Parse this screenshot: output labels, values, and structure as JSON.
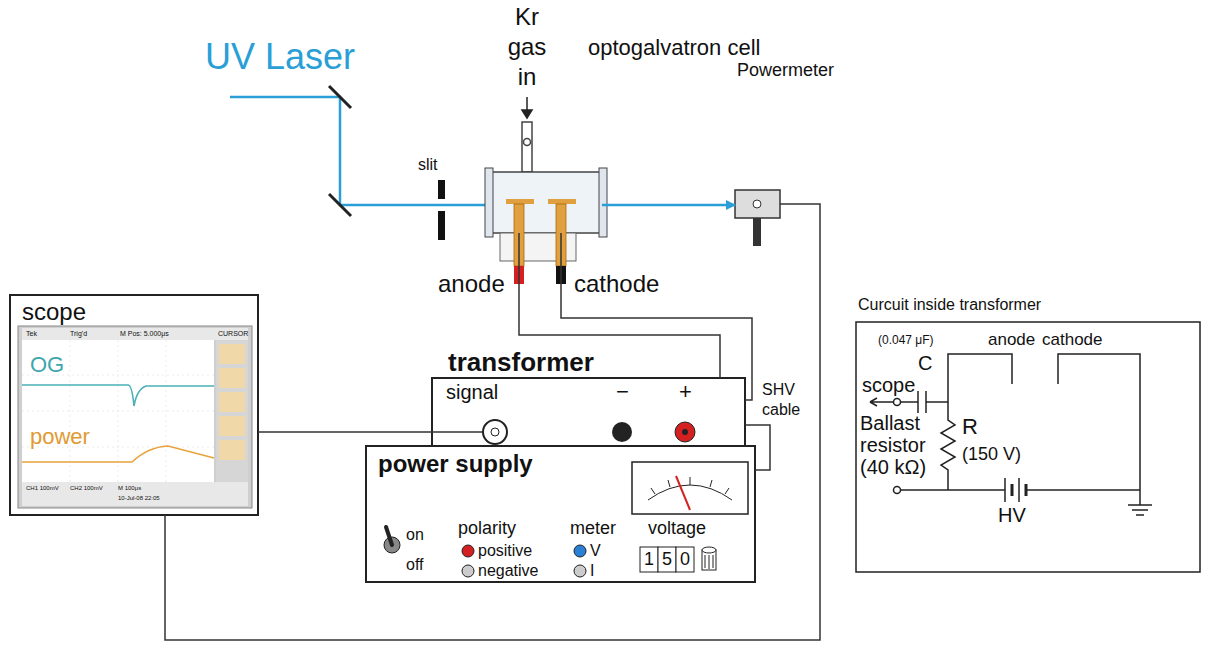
{
  "diagram": {
    "nodes": [
      {
        "text": [
          "optogalvatron cell"
        ]
      },
      {
        "text": [
          "Powermeter"
        ]
      },
      {
        "text": [
          "scope"
        ]
      },
      {
        "text": [
          "transformer",
          "signal",
          "−",
          "+"
        ]
      },
      {
        "text": [
          "power supply"
        ]
      },
      {
        "text": [
          "Curcuit inside transformer"
        ]
      }
    ],
    "edges": [
      {
        "from": 0,
        "to": 3,
        "arrow": "none"
      },
      {
        "from": 0,
        "to": 3,
        "arrow": "none"
      },
      {
        "from": 3,
        "to": 4,
        "arrow": "none"
      },
      {
        "from": 2,
        "to": 3,
        "arrow": "none"
      },
      {
        "from": 1,
        "to": 2,
        "arrow": "none"
      },
      {
        "from": 0,
        "to": 1,
        "arrow": "to"
      }
    ],
    "labels": [
      "UV Laser",
      "Kr gas in",
      "slit",
      "anode",
      "cathode",
      "SHV cable",
      "OG",
      "power",
      "Tek",
      "Trig'd",
      "M Pos: 5.000μs",
      "CURSOR",
      "CH1 100mV",
      "CH2 100mV",
      "M 100μs",
      "10-Jul-08 22:05",
      "on",
      "off",
      "polarity",
      "positive",
      "negative",
      "meter",
      "V",
      "I",
      "voltage",
      "1",
      "5",
      "0",
      "anode",
      "cathode",
      "(0.047 μF)",
      "C",
      "scope",
      "Ballast resistor (40 kΩ)",
      "R",
      "(150 V)",
      "HV"
    ]
  }
}
